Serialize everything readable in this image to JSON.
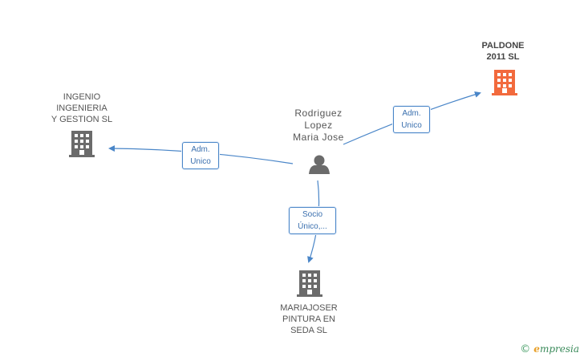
{
  "nodes": {
    "person": {
      "label": "Rodriguez\nLopez\nMaria Jose"
    },
    "ingenio": {
      "label": "INGENIO\nINGENIERIA\nY GESTION SL"
    },
    "paldone": {
      "label": "PALDONE\n2011 SL"
    },
    "mariajoser": {
      "label": "MARIAJOSER\nPINTURA EN\nSEDA SL"
    }
  },
  "edges": {
    "to_ingenio": {
      "label": "Adm.\nUnico"
    },
    "to_paldone": {
      "label": "Adm.\nUnico"
    },
    "to_mariajoser": {
      "label": "Socio\nÚnico,..."
    }
  },
  "colors": {
    "edge": "#4a86c8",
    "building_default": "#6b6b6b",
    "building_highlight": "#f26a3d",
    "person": "#6b6b6b"
  },
  "brand": {
    "copyright": "©",
    "name_initial": "e",
    "name_rest": "mpresia"
  }
}
